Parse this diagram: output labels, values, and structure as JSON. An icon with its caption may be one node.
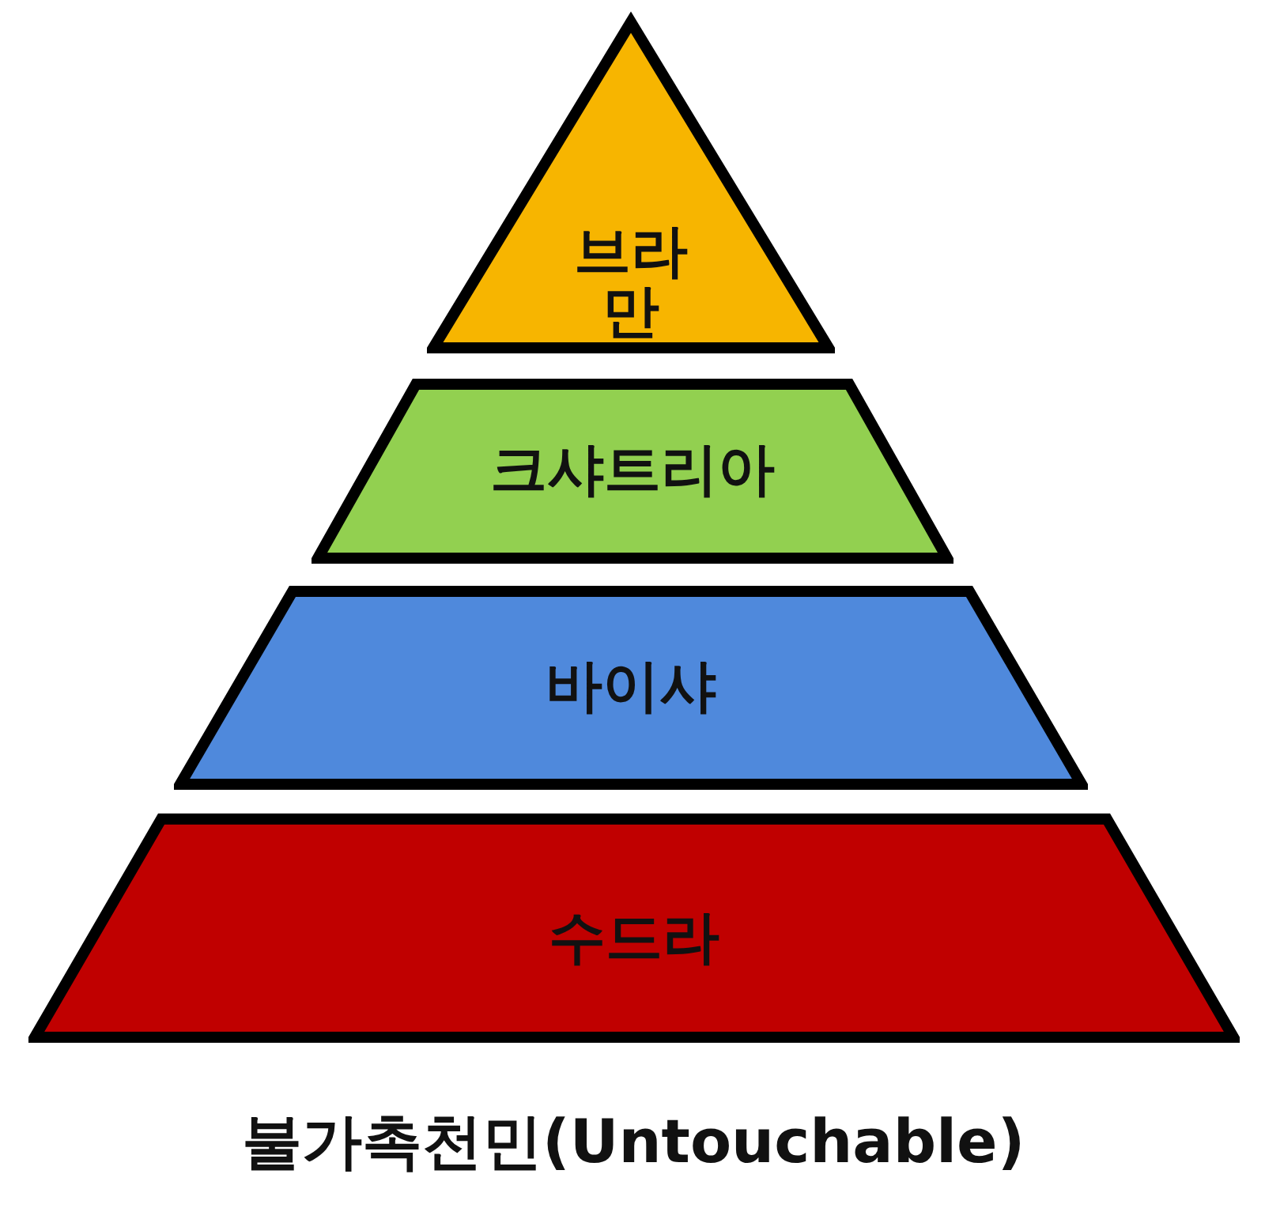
{
  "diagram": {
    "nodes": [
      {
        "text": [
          "브라만"
        ]
      },
      {
        "text": [
          "크샤트리아"
        ]
      },
      {
        "text": [
          "바이샤"
        ]
      },
      {
        "text": [
          "수드라"
        ]
      }
    ],
    "labels": [
      "불가촉천민(Untouchable)"
    ]
  }
}
